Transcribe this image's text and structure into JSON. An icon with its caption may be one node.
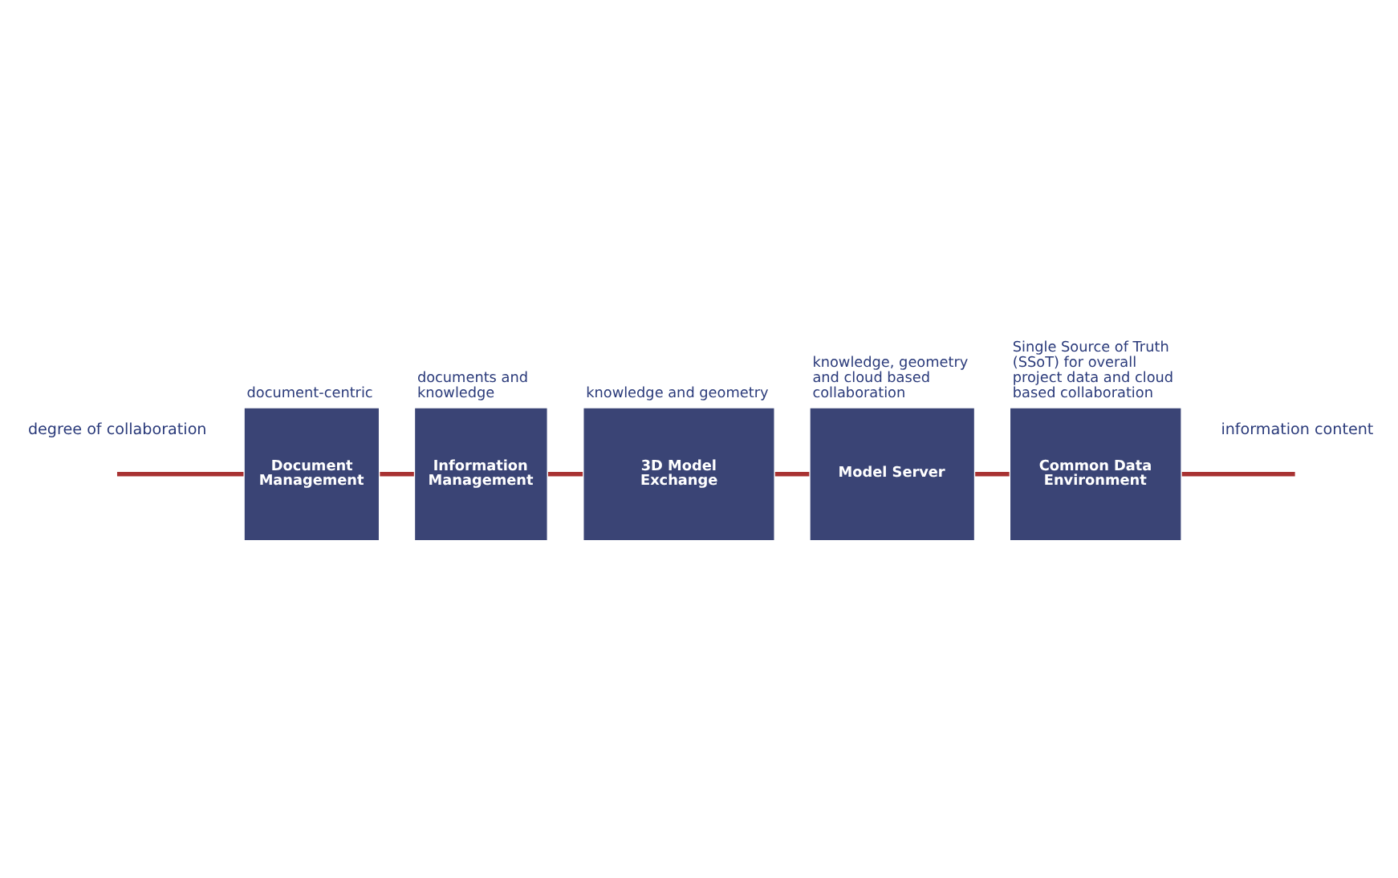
{
  "diagram": {
    "nodes": [
      {
        "text": [
          "Document Management"
        ],
        "beside": [
          "document-centric"
        ]
      },
      {
        "text": [
          "Information Management"
        ],
        "beside": [
          "documents and knowledge"
        ]
      },
      {
        "text": [
          "3D Model Exchange"
        ],
        "beside": [
          "knowledge and geometry"
        ]
      },
      {
        "text": [
          "Model Server"
        ],
        "beside": [
          "knowledge, geometry and cloud based collaboration"
        ]
      },
      {
        "text": [
          "Common Data Environment"
        ],
        "beside": [
          "Single Source of Truth (SSoT) for overall project data and cloud based collaboration"
        ]
      }
    ],
    "edges": [
      {
        "from": null,
        "to": 0,
        "arrow": "none"
      },
      {
        "from": 0,
        "to": 1,
        "arrow": "none"
      },
      {
        "from": 1,
        "to": 2,
        "arrow": "none"
      },
      {
        "from": 2,
        "to": 3,
        "arrow": "none"
      },
      {
        "from": 3,
        "to": 4,
        "arrow": "none"
      },
      {
        "from": 4,
        "to": null,
        "arrow": "none"
      }
    ],
    "labels": [
      "degree of collaboration",
      "information content"
    ]
  }
}
